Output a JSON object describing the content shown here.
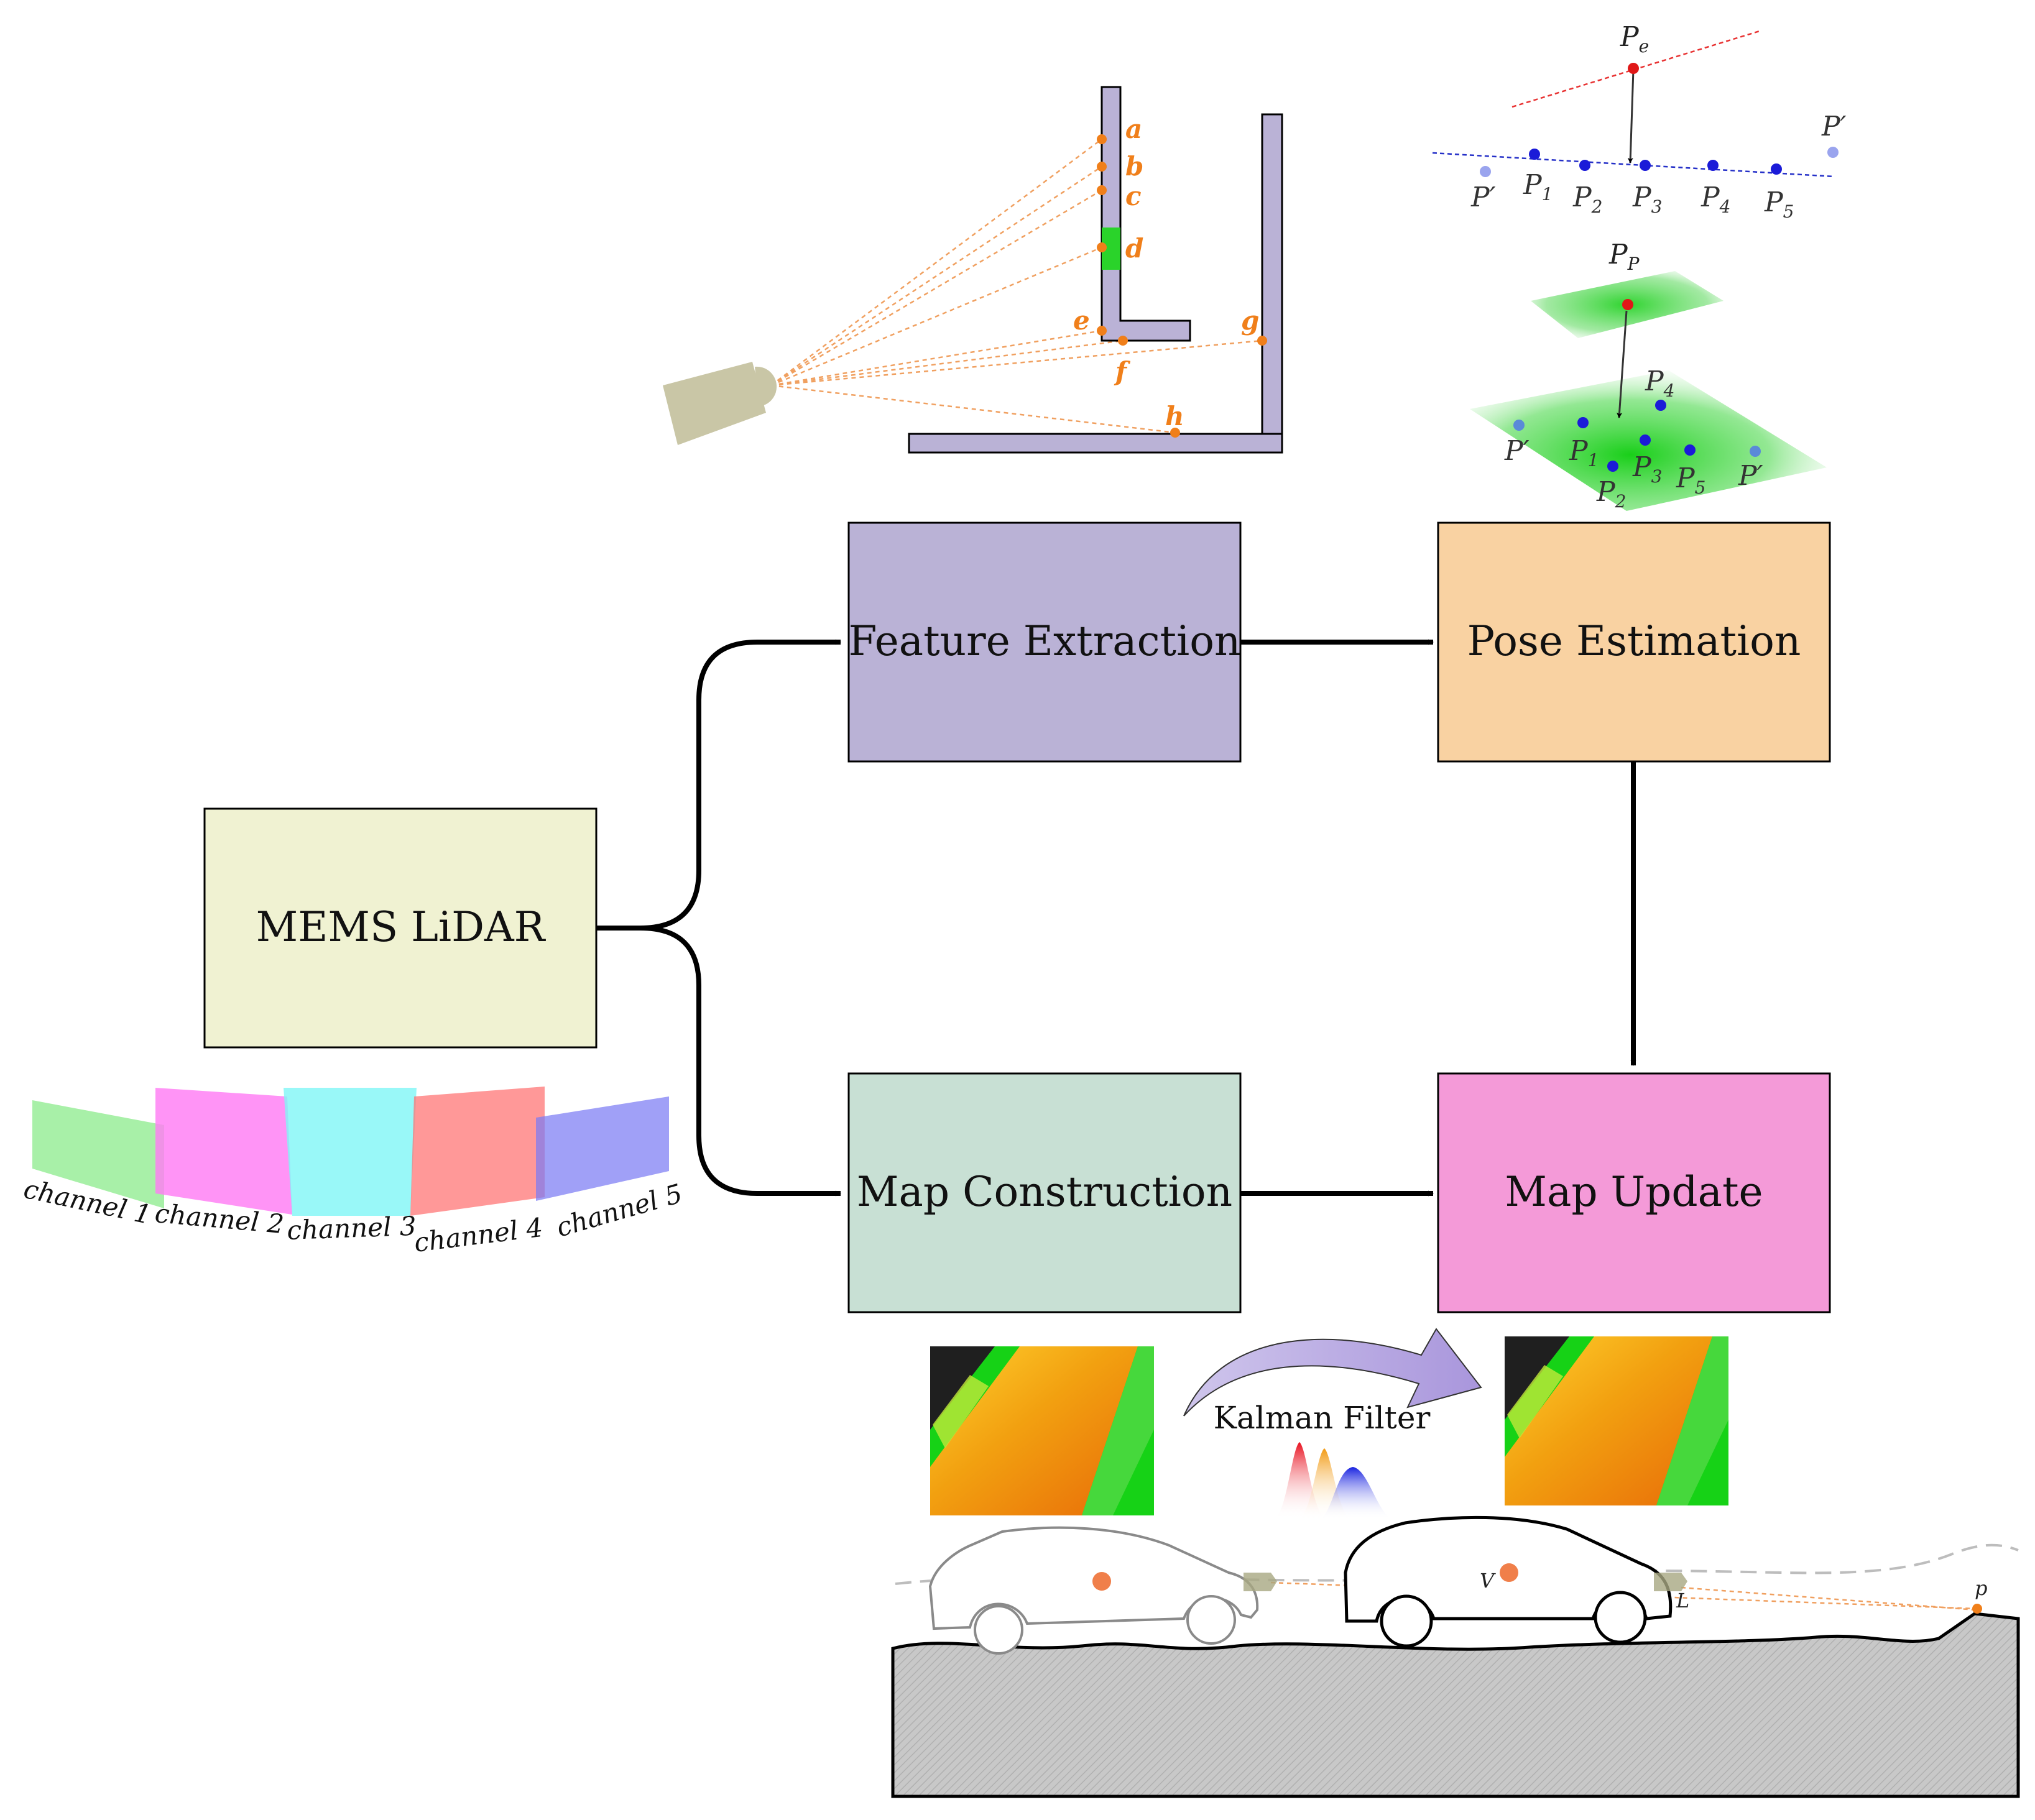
{
  "flow": {
    "lidar": "MEMS LiDAR",
    "feature_extraction": "Feature Extraction",
    "pose_estimation": "Pose Estimation",
    "map_construction": "Map Construction",
    "map_update": "Map Update"
  },
  "channels": [
    "channel 1",
    "channel 2",
    "channel 3",
    "channel 4",
    "channel 5"
  ],
  "scan_points": [
    "a",
    "b",
    "c",
    "d",
    "e",
    "f",
    "g",
    "h"
  ],
  "edge_feature": {
    "top": "P",
    "top_sub": "e",
    "outlier": "P′",
    "points": [
      {
        "main": "P",
        "sub": "1"
      },
      {
        "main": "P",
        "sub": "2"
      },
      {
        "main": "P",
        "sub": "3"
      },
      {
        "main": "P",
        "sub": "4"
      },
      {
        "main": "P",
        "sub": "5"
      }
    ]
  },
  "planar_feature": {
    "top": "P",
    "top_sub": "P",
    "outlier": "P′",
    "points": [
      {
        "main": "P",
        "sub": "1"
      },
      {
        "main": "P",
        "sub": "2"
      },
      {
        "main": "P",
        "sub": "3"
      },
      {
        "main": "P",
        "sub": "4"
      },
      {
        "main": "P",
        "sub": "5"
      }
    ]
  },
  "kalman_label": "Kalman Filter",
  "vehicle_labels": {
    "vehicle": "V",
    "lidar": "L",
    "point": "p"
  },
  "colors": {
    "lidar_box": "#f0f2d2",
    "feature_box": "#bab2d6",
    "pose_box": "#f9d2a2",
    "map_construction_box": "#c8e0d4",
    "map_update_box": "#f49ad8",
    "orange": "#f07f1a",
    "wall": "#bab2d6"
  }
}
